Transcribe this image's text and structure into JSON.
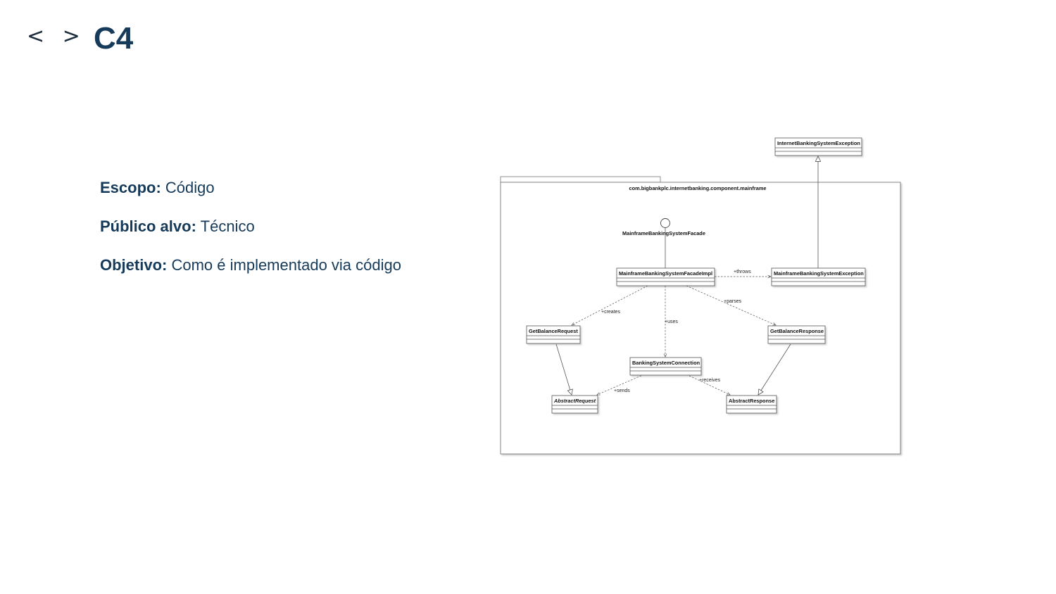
{
  "header": {
    "nav_icon": "< >",
    "title": "C4"
  },
  "info": [
    {
      "label": "Escopo:",
      "value": "Código"
    },
    {
      "label": "Público alvo:",
      "value": "Técnico"
    },
    {
      "label": "Objetivo:",
      "value": "Como é implementado via código"
    }
  ],
  "diagram": {
    "package_name": "com.bigbankplc.internetbanking.component.mainframe",
    "interface_name": "MainframeBankingSystemFacade",
    "classes": {
      "internet_exception": "InternetBankingSystemException",
      "facade_impl": "MainframeBankingSystemFacadeImpl",
      "mainframe_exception": "MainframeBankingSystemException",
      "get_balance_request": "GetBalanceRequest",
      "get_balance_response": "GetBalanceResponse",
      "banking_connection": "BankingSystemConnection",
      "abstract_request": "AbstractRequest",
      "abstract_response": "AbstractResponse"
    },
    "relations": {
      "throws": "+throws",
      "creates": "+creates",
      "parses": "+parses",
      "uses": "+uses",
      "sends": "+sends",
      "receives": "+receives"
    }
  }
}
